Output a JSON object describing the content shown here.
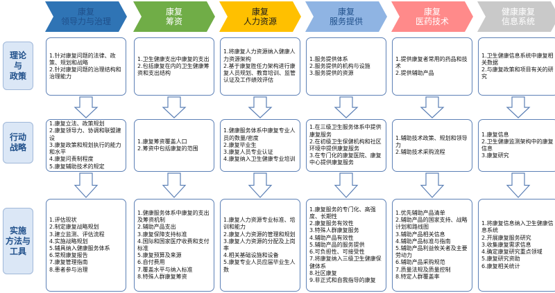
{
  "columns": [
    {
      "top": "康复",
      "bottom": "领导力与治理",
      "fill": "#2f74b5",
      "textColor": "#1f4f8a"
    },
    {
      "top": "康复",
      "bottom": "筹资",
      "fill": "#70ad47",
      "textColor": "#ffffff"
    },
    {
      "top": "康复",
      "bottom": "人力资源",
      "fill": "#ffc000",
      "textColor": "#1a1a1a"
    },
    {
      "top": "康复",
      "bottom": "服务提供",
      "fill": "#8fb4e3",
      "textColor": "#1f4f8a"
    },
    {
      "top": "康复",
      "bottom": "医药技术",
      "fill": "#ff8a8a",
      "textColor": "#ffffff"
    },
    {
      "top": "健康康复",
      "bottom": "信息系统",
      "fill": "#c9c9c9",
      "textColor": "#ffffff"
    }
  ],
  "rows": [
    {
      "label": "理论\n与\n政策"
    },
    {
      "label": "行动\n战略"
    },
    {
      "label": "实施\n方法与\n工具"
    }
  ],
  "cells": [
    [
      [
        "1.针对康复问题的法律、政策、规划和战略",
        "2.针对康复问题的治理结构和治理能力"
      ],
      [
        "1.卫生健康支出中康复的支出",
        "2.包括康复在内的卫生健康筹资和支出结构"
      ],
      [
        "1.将康复人力资源纳入健康人力资源架构",
        "2.基于康复胜任力架构进行康复人员规划、教育培训、监管认证及工作绩效评估"
      ],
      [
        "1.服务提供体系",
        "2.服务提供的机构与设施",
        "3.服务提供的资源"
      ],
      [
        "1.提供康复者常用的药品和技术",
        "2.提供辅助产品"
      ],
      [
        "1.卫生健康信息系统中康复相关数据",
        "2.与康复政策和项目有关的研究"
      ]
    ],
    [
      [
        "1.康复立法、政策规划",
        "2.康复领导力、协调和联盟建设",
        "3.康复政策和规划执行的能力和水平",
        "4.康复问责制程度",
        "5.康复辅助技术的规定"
      ],
      [
        "1.康复筹资覆盖人口",
        "2.筹资中包括康复的范围"
      ],
      [
        "1.健康服务体系中康复专业人员的数量/密度",
        "2.康复毕业生",
        "3.康复人员专业认证",
        "4.康复纳入卫生健康专业培训"
      ],
      [
        "1.在三级卫生服务体系中提供康复服务",
        "2.在初级卫生保健机构和社区环境中提供康复服务",
        "3.在专门化的康复医院、康复中心提供康复服务"
      ],
      [
        "1.辅助技术政策、规划和领导力",
        "2.辅助技术采购流程"
      ],
      [
        "1.康复信息",
        "2.卫生健康监测架构中的康复信息",
        "3.康复研究"
      ]
    ],
    [
      [
        "1.评估现状",
        "2.制定康复战略规划",
        "3.建立监测、评估流程",
        "4.实施战略规划",
        "5.辅具纳入健康服务体系",
        "6.常规康复报告",
        "7.康复管理指南",
        "8.患者参与治理"
      ],
      [
        "1.健康服务体系中康复的支出及筹资机制",
        "2.辅助产品支出",
        "3.康复保障支持标准",
        "4.国际和国家医疗收费和支付标准",
        "5.康复预算及来源",
        "6.自付费用",
        "7.覆盖水平与纳入标准",
        "8.特殊人群康复筹资"
      ],
      [
        "1.康复人力资源专业标准、培训和能力",
        "2.康复人力资源的管理和规划",
        "3.康复人力资源的分配及上岗率",
        "4.相关基础设施和设备",
        "5.康复专业人员应届毕业生人数"
      ],
      [
        "1.康复服务的专门化、高强度、长期性",
        "2.康复服务有效性",
        "3.特殊人群康复服务",
        "4.辅助产品有效性",
        "5.辅助产品的服务提供",
        "6.可负担性、可接受性",
        "7.将康复纳入三级卫生健康保健体系",
        "8.社区康复",
        "9.非正式和自我指导的康复"
      ],
      [
        "1.优先辅助产品清单",
        "2.辅助产品的国家支持、战略计划和路线图",
        "3.辅助产品相关信息",
        "4.辅助产品标准与指南",
        "5.辅助产品利益攸关者及主要劳动力",
        "6.辅助产品采购规范",
        "7.质量法规及质量控制",
        "8.特定人群覆盖率"
      ],
      [
        "1.将康复信息纳入卫生健康信息系统",
        "2.开展康复服务研究",
        "3.收集康复需求信息",
        "4.确定康复研究重点领域",
        "5.康复研究资助",
        "6.康复相关统计"
      ]
    ]
  ]
}
